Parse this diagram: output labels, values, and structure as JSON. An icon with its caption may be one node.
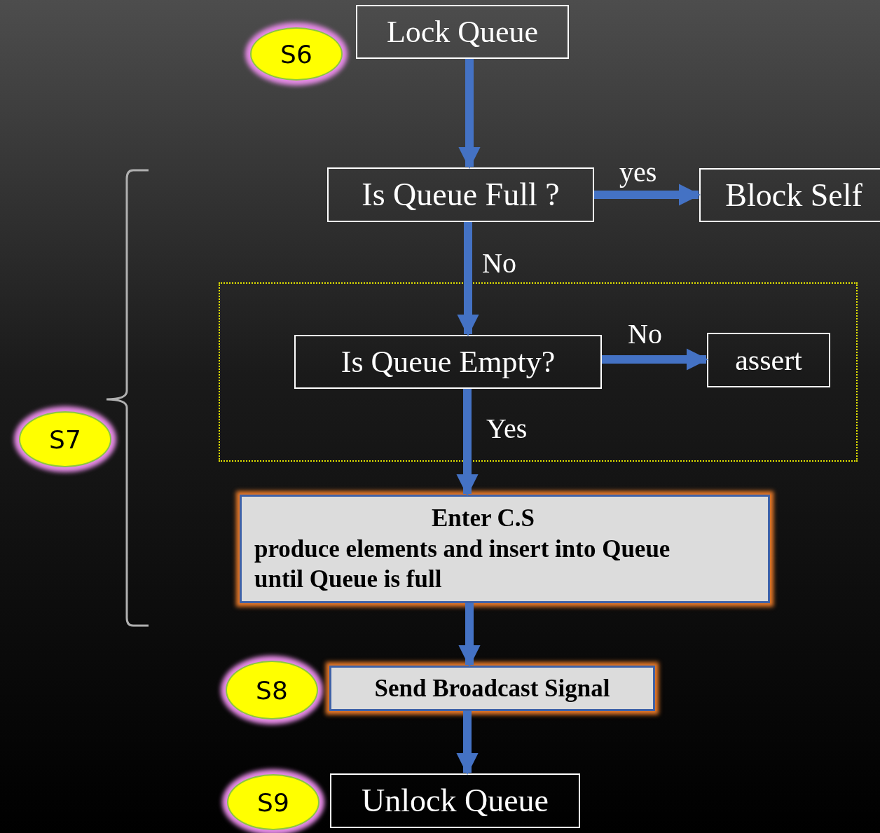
{
  "diagram": {
    "nodes": [
      {
        "text": [
          "S6"
        ]
      },
      {
        "text": [
          "Lock Queue"
        ]
      },
      {
        "text": [
          "Is Queue Full ?"
        ]
      },
      {
        "text": [
          "Block Self"
        ]
      },
      {
        "text": [
          "S7"
        ]
      },
      {
        "text": [],
        "shape": "box"
      },
      {
        "text": [
          "Is Queue Empty?"
        ],
        "in": 5
      },
      {
        "text": [
          "assert"
        ],
        "in": 5
      },
      {
        "text": [
          "Enter C.S",
          "produce elements and insert into Queue until Queue is full"
        ]
      },
      {
        "text": [
          "S8"
        ]
      },
      {
        "text": [
          "Send Broadcast Signal"
        ]
      },
      {
        "text": [
          "S9"
        ]
      },
      {
        "text": [
          "Unlock Queue"
        ]
      }
    ],
    "edges": [
      {
        "from": 1,
        "to": 2,
        "arrow": "to"
      },
      {
        "from": 2,
        "to": 3,
        "label": "yes",
        "arrow": "to"
      },
      {
        "from": 2,
        "to": 6,
        "label": "No",
        "arrow": "to"
      },
      {
        "from": 6,
        "to": 7,
        "label": "No",
        "arrow": "to"
      },
      {
        "from": 6,
        "to": 8,
        "label": "Yes",
        "arrow": "to"
      },
      {
        "from": 8,
        "to": 10,
        "arrow": "to"
      },
      {
        "from": 10,
        "to": 12,
        "arrow": "to"
      }
    ]
  }
}
